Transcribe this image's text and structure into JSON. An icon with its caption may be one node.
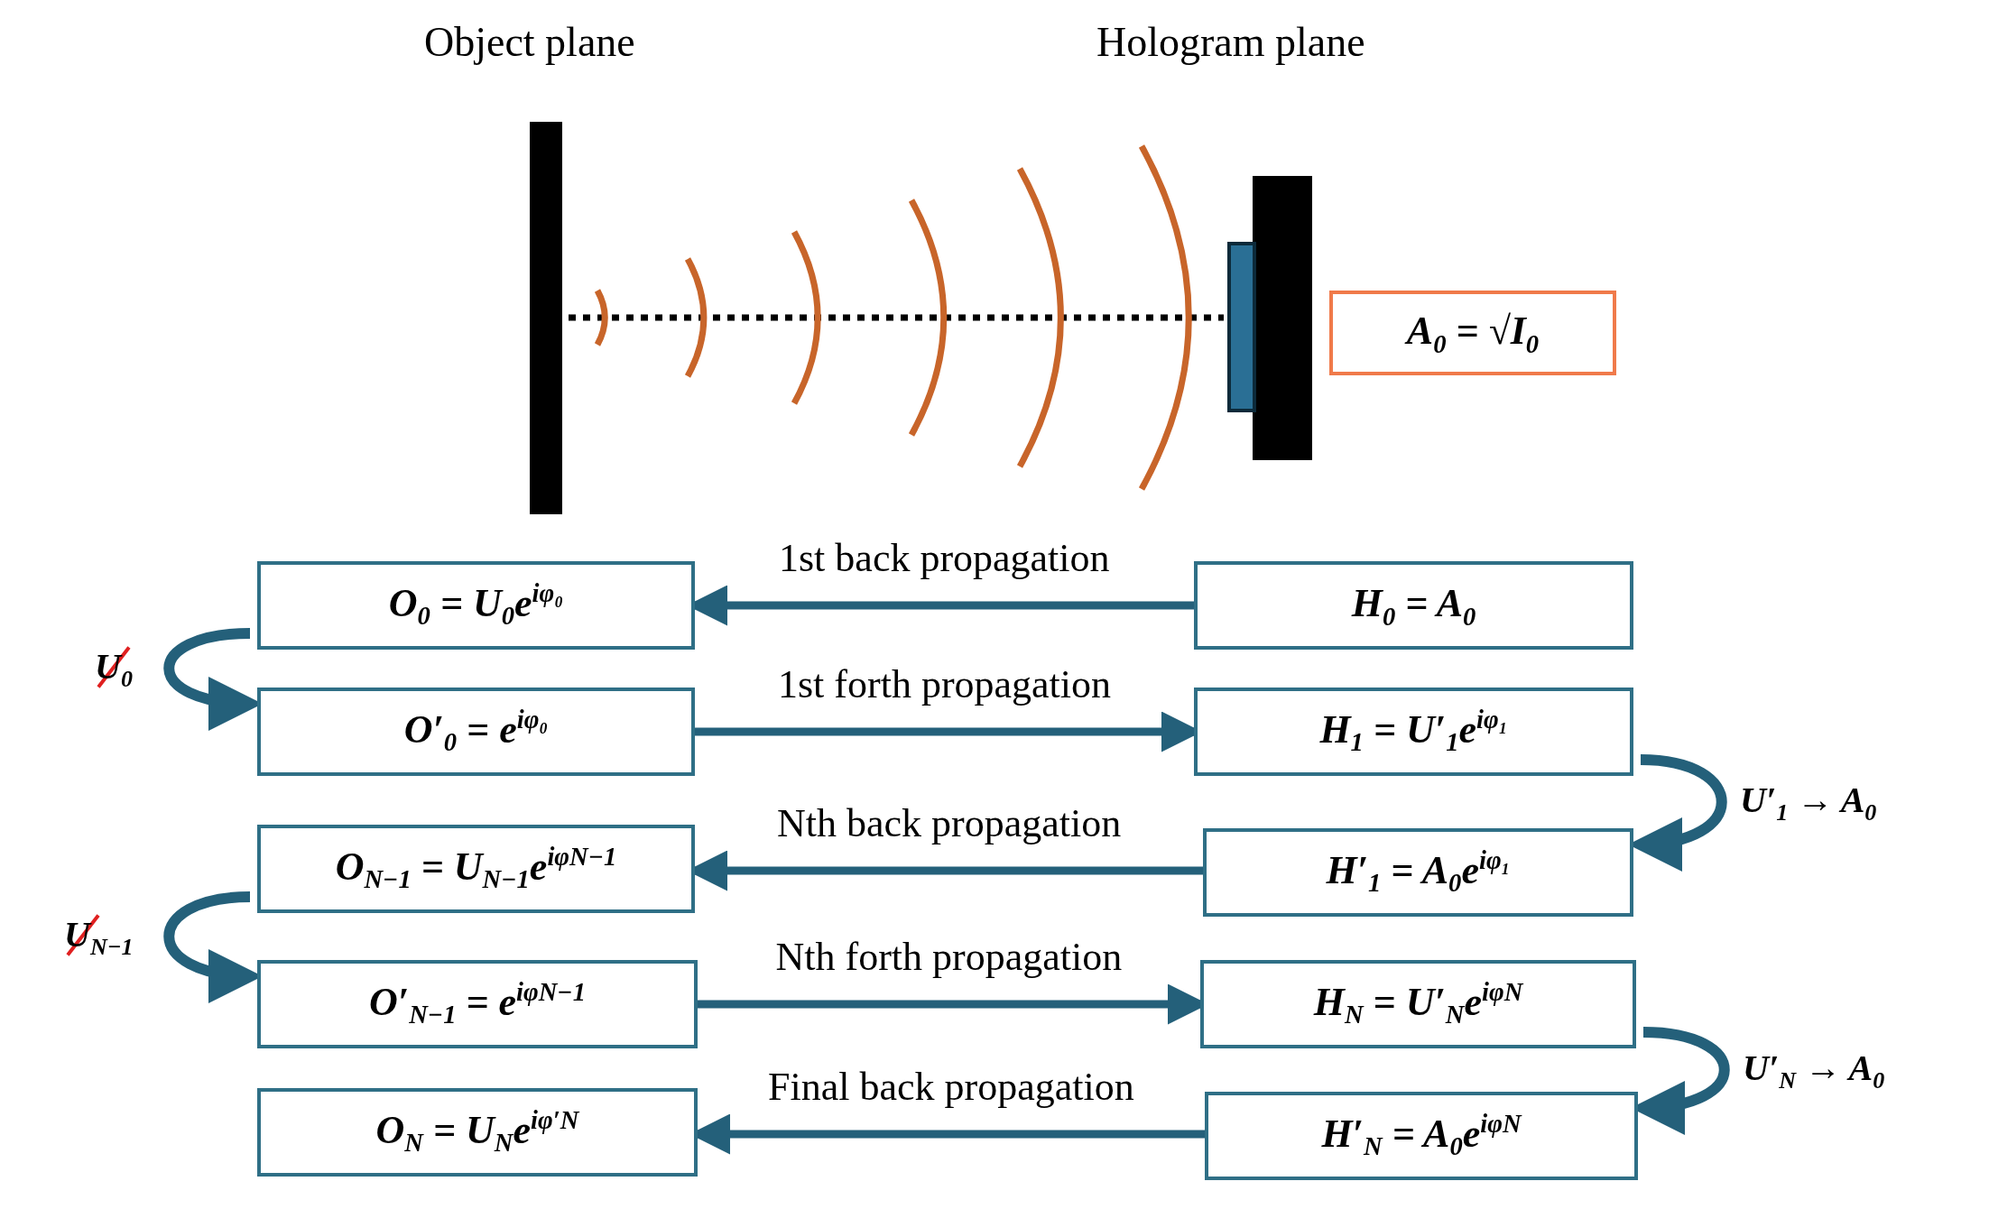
{
  "diagram": {
    "nodes": [
      {
        "text": [
          "A$_{0}$ = √I$_{0}$"
        ]
      },
      {
        "text": [
          "O$_{0}$ = U$_{0}$e$^{iφ₀}$"
        ]
      },
      {
        "text": [
          "H$_{0}$ = A$_{0}$"
        ]
      },
      {
        "text": [
          "O′$_{0}$ = e$^{iφ₀}$"
        ]
      },
      {
        "text": [
          "H$_{1}$ = U′$_{1}$e$^{iφ₁}$"
        ]
      },
      {
        "text": [
          "O$_{N−1}$ = U$_{N−1}$e$^{iφN−1}$"
        ]
      },
      {
        "text": [
          "H′$_{1}$ = A$_{0}$e$^{iφ₁}$"
        ]
      },
      {
        "text": [
          "O′$_{N−1}$ = e$^{iφN−1}$"
        ]
      },
      {
        "text": [
          "H$_{N}$ = U′$_{N}$e$^{iφN}$"
        ]
      },
      {
        "text": [
          "O$_{N}$ = U$_{N}$e$^{iφ′N}$"
        ]
      },
      {
        "text": [
          "H′$_{N}$ = A$_{0}$e$^{iφN}$"
        ]
      }
    ],
    "edges": [
      {
        "from": 2,
        "to": 1,
        "arrow": "to",
        "label": "1st back propagation"
      },
      {
        "from": 1,
        "to": 3,
        "arrow": "to",
        "label": "U$_{0}$"
      },
      {
        "from": 3,
        "to": 4,
        "arrow": "to",
        "label": "1st forth propagation"
      },
      {
        "from": 4,
        "to": 6,
        "arrow": "to",
        "label": "U′$_{1}$ → A$_{0}$"
      },
      {
        "from": 6,
        "to": 5,
        "arrow": "to",
        "label": "Nth back propagation"
      },
      {
        "from": 5,
        "to": 7,
        "arrow": "to",
        "label": "U$_{N−1}$"
      },
      {
        "from": 7,
        "to": 8,
        "arrow": "to",
        "label": "Nth forth propagation"
      },
      {
        "from": 8,
        "to": 10,
        "arrow": "to",
        "label": "U′$_{N}$ → A$_{0}$"
      },
      {
        "from": 10,
        "to": 9,
        "arrow": "to",
        "label": "Final back propagation"
      }
    ],
    "labels": [
      "Object plane",
      "Hologram plane"
    ]
  }
}
